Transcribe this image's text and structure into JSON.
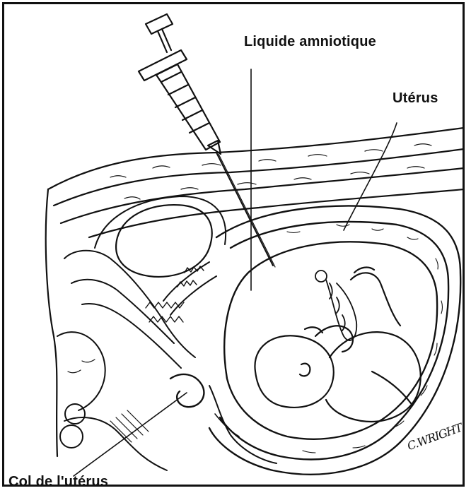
{
  "figure": {
    "labels": {
      "amniotic_fluid": "Liquide amniotique",
      "uterus": "Utérus",
      "cervix": "Col de l'utérus"
    },
    "signature": "C.WRIGHT"
  },
  "colors": {
    "ink": "#111111",
    "background": "#ffffff"
  }
}
